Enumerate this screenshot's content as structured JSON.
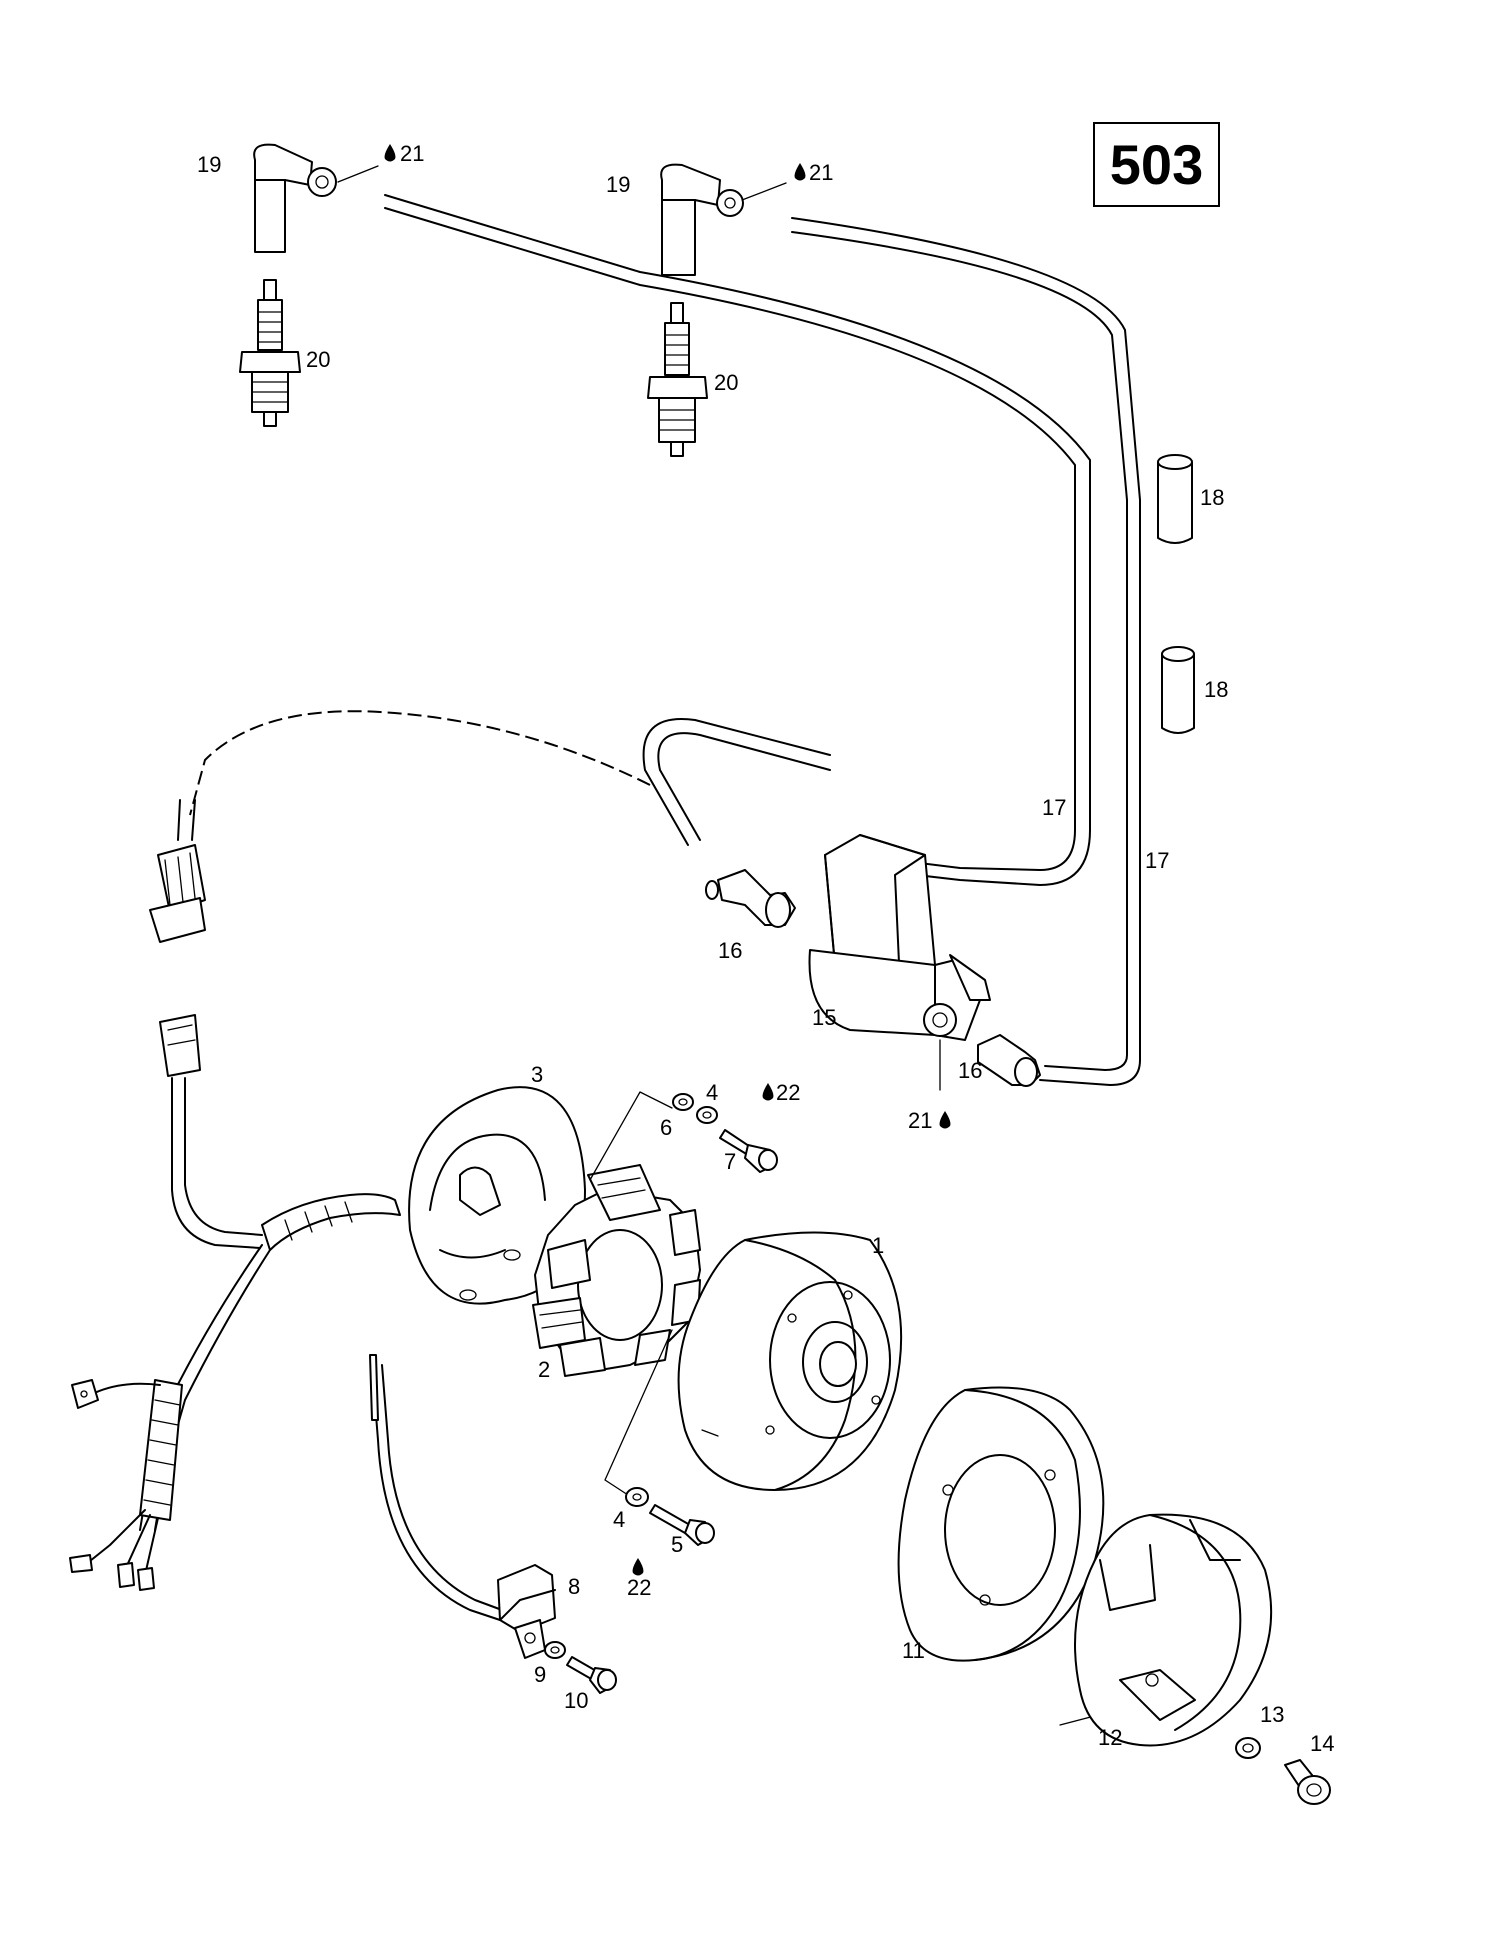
{
  "page_id": "503",
  "callouts": [
    {
      "id": "c1",
      "text": "1"
    },
    {
      "id": "c2",
      "text": "2"
    },
    {
      "id": "c3",
      "text": "3"
    },
    {
      "id": "c4a",
      "text": "4"
    },
    {
      "id": "c4b",
      "text": "4"
    },
    {
      "id": "c5",
      "text": "5"
    },
    {
      "id": "c6",
      "text": "6"
    },
    {
      "id": "c7",
      "text": "7"
    },
    {
      "id": "c8",
      "text": "8"
    },
    {
      "id": "c9",
      "text": "9"
    },
    {
      "id": "c10",
      "text": "10"
    },
    {
      "id": "c11",
      "text": "11"
    },
    {
      "id": "c12",
      "text": "12"
    },
    {
      "id": "c13",
      "text": "13"
    },
    {
      "id": "c14",
      "text": "14"
    },
    {
      "id": "c15",
      "text": "15"
    },
    {
      "id": "c16a",
      "text": "16"
    },
    {
      "id": "c16b",
      "text": "16"
    },
    {
      "id": "c17a",
      "text": "17"
    },
    {
      "id": "c17b",
      "text": "17"
    },
    {
      "id": "c18a",
      "text": "18"
    },
    {
      "id": "c18b",
      "text": "18"
    },
    {
      "id": "c19a",
      "text": "19"
    },
    {
      "id": "c19b",
      "text": "19"
    },
    {
      "id": "c20a",
      "text": "20"
    },
    {
      "id": "c20b",
      "text": "20"
    },
    {
      "id": "c21a",
      "text": "21"
    },
    {
      "id": "c21b",
      "text": "21"
    },
    {
      "id": "c21c",
      "text": "21"
    },
    {
      "id": "c22a",
      "text": "22"
    },
    {
      "id": "c22b",
      "text": "22"
    }
  ]
}
